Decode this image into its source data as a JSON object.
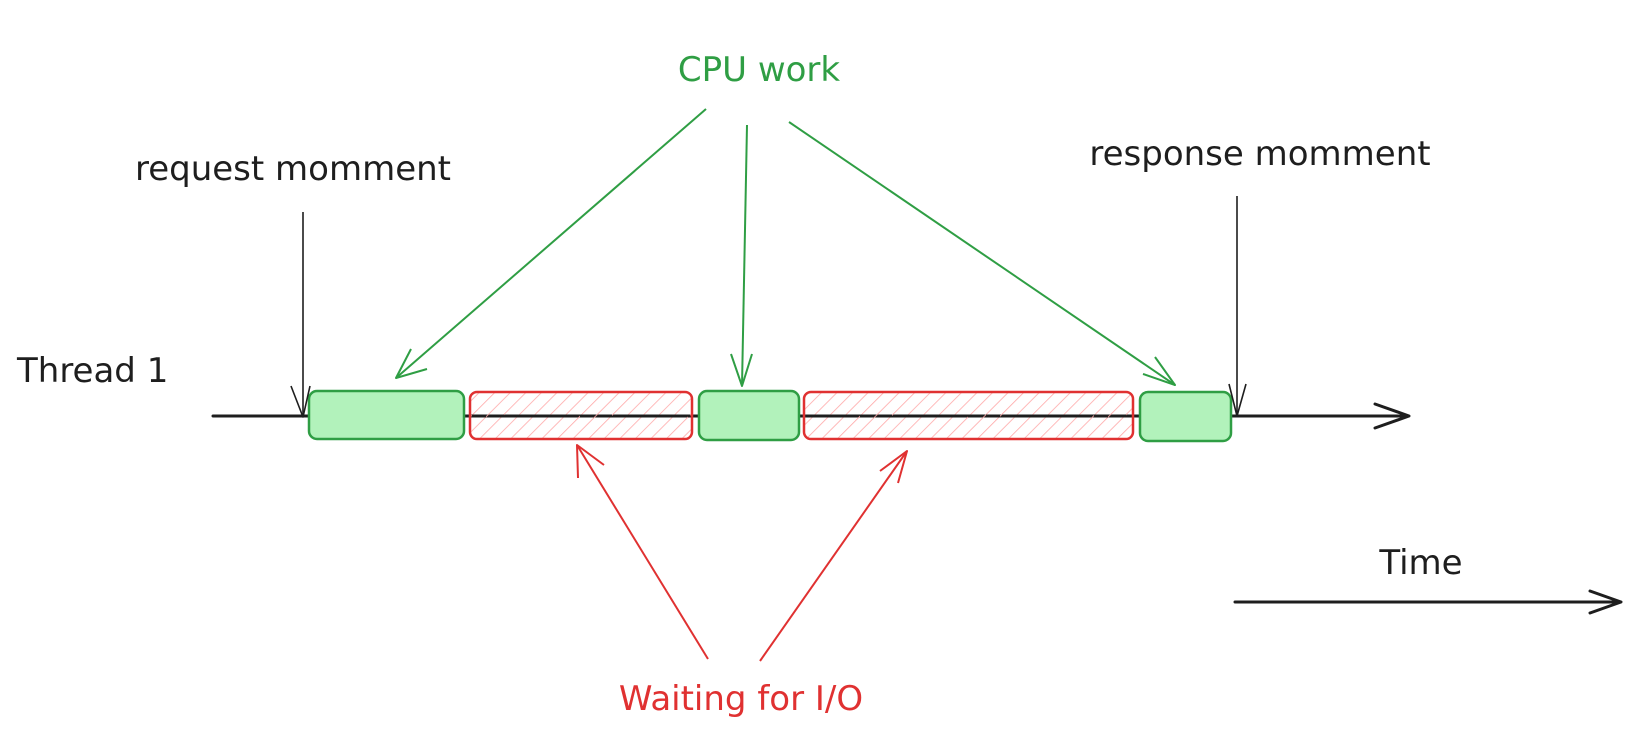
{
  "labels": {
    "cpu_work": "CPU work",
    "request_moment": "request momment",
    "response_moment": "response momment",
    "thread": "Thread 1",
    "time": "Time",
    "waiting_io": "Waiting for I/O"
  },
  "colors": {
    "ink": "#1e1e1e",
    "cpu_stroke": "#2f9e44",
    "cpu_fill": "#b2f2bb",
    "io_stroke": "#e03131",
    "io_hatch": "#ffa8a8",
    "cpu_label": "#2f9e44",
    "io_label": "#e03131"
  },
  "timeline": {
    "segments": [
      {
        "kind": "cpu"
      },
      {
        "kind": "io"
      },
      {
        "kind": "cpu"
      },
      {
        "kind": "io"
      },
      {
        "kind": "cpu"
      }
    ]
  }
}
